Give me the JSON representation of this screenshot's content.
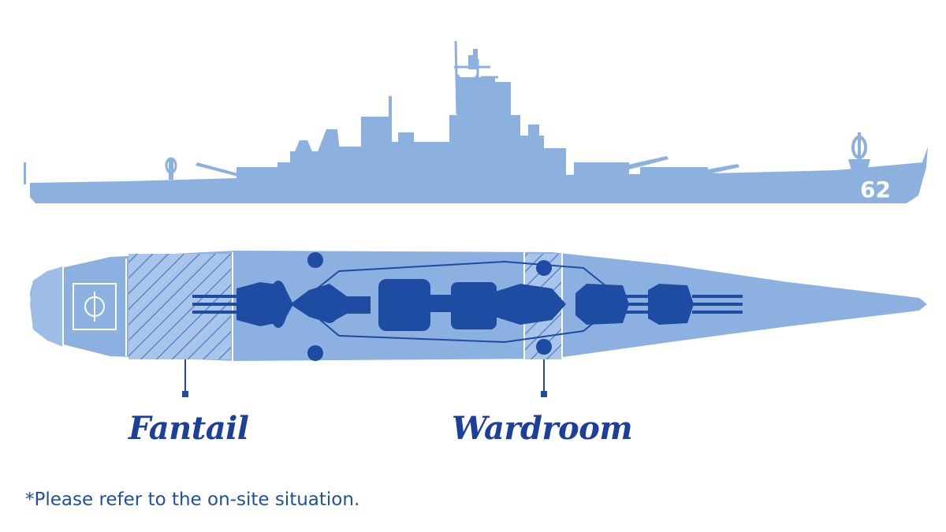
{
  "diagram": {
    "hull_number": "62",
    "labels": {
      "fantail": "Fantail",
      "wardroom": "Wardroom"
    },
    "footnote": "*Please refer to the on-site situation."
  },
  "colors": {
    "side_view": "#8db1de",
    "deck": "#8cb0df",
    "deck_light": "#a9c6ea",
    "outline": "#ffffff",
    "turrets": "#1f4ca3",
    "label": "#1c3f99",
    "hatch": "#5d86c7"
  },
  "icons": [
    "helipad-icon",
    "turret-icon",
    "leader-pin-icon"
  ]
}
